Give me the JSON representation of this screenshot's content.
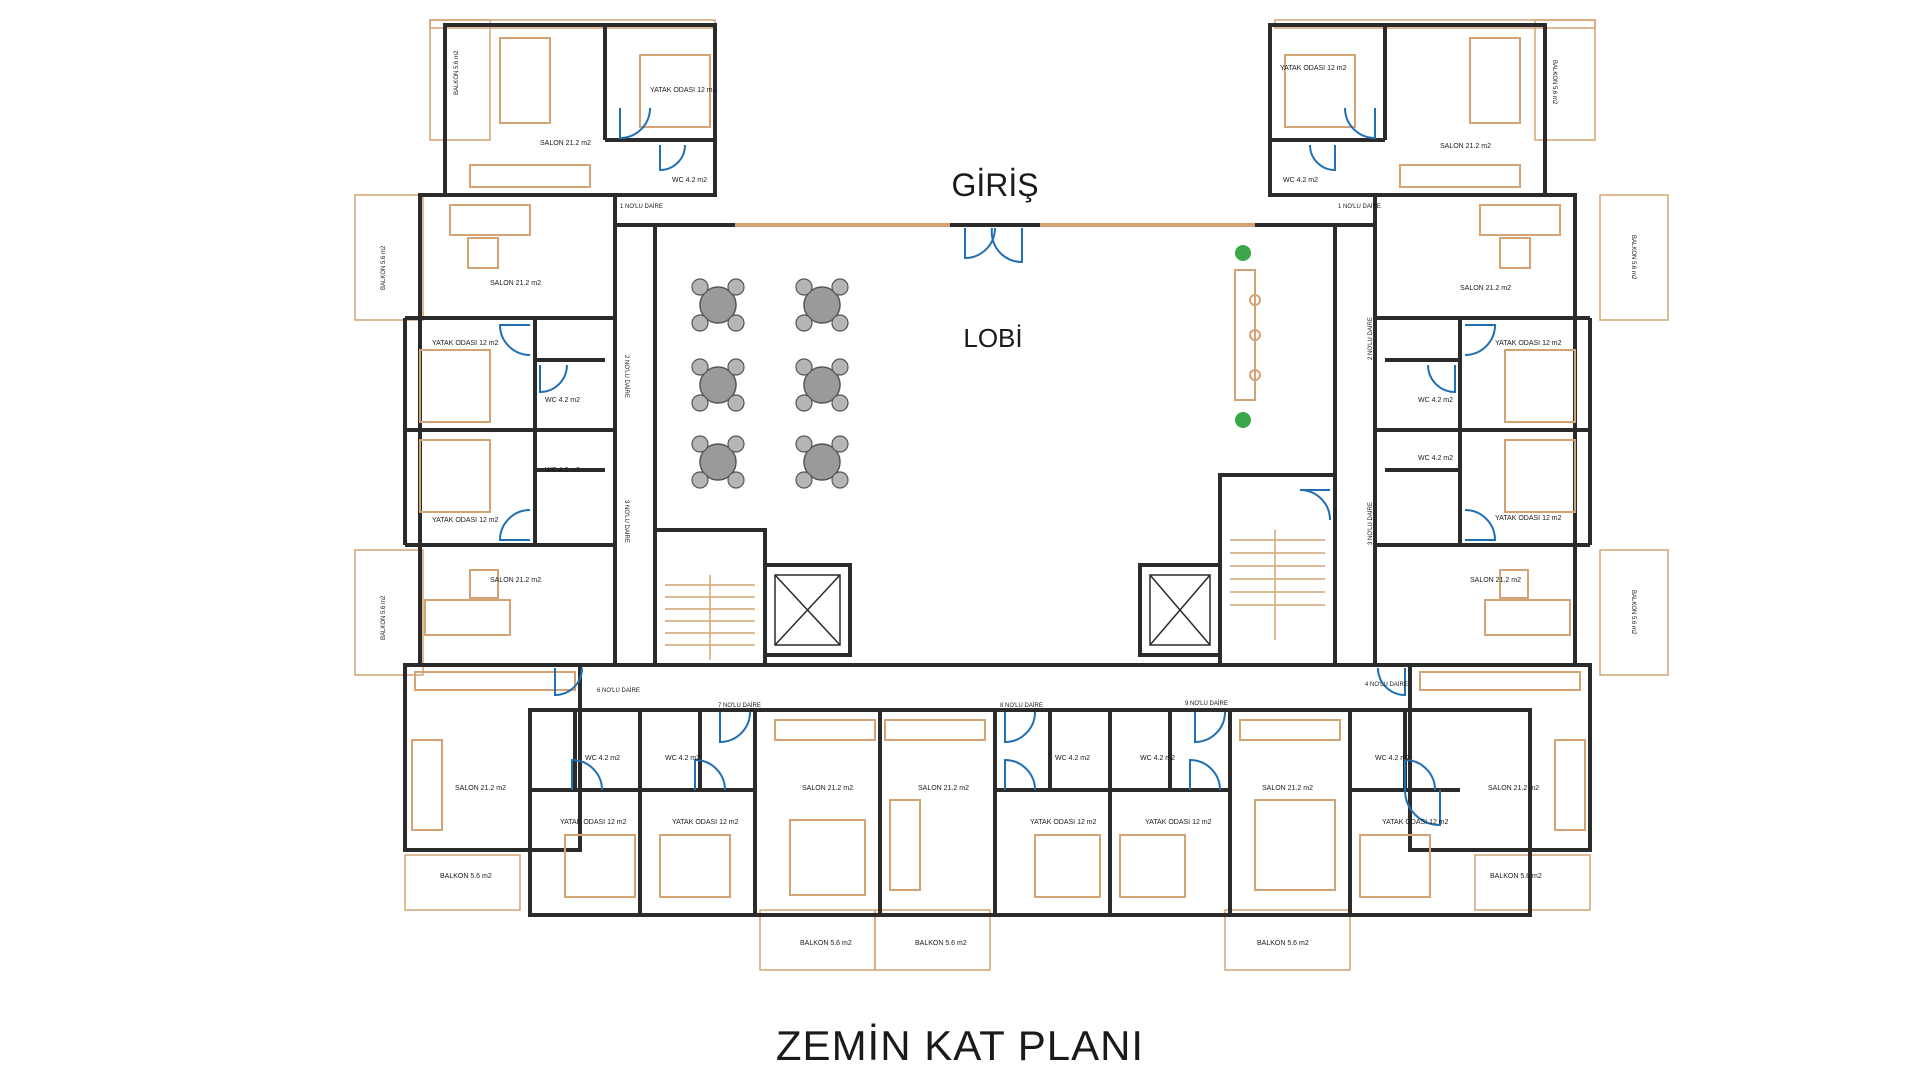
{
  "plan": {
    "title": "ZEMİN KAT PLANI",
    "entrance": "GİRİŞ",
    "lobby": "LOBİ"
  },
  "left_wing_labels": {
    "balkon_top": "BALKON 5.6 m2",
    "salon_top": "SALON 21.2 m2",
    "yatak_top": "YATAK ODASI 12 m2",
    "wc_top": "WC 4.2 m2",
    "daire_top": "1 NO'LU DAİRE",
    "balkon_a": "BALKON 5.6 m2",
    "salon_a": "SALON 21.2 m2",
    "yatak_a": "YATAK ODASI 12 m2",
    "wc_a": "WC 4.2 m2",
    "daire_a": "2 NO'LU DAİRE",
    "yatak_b": "YATAK ODASI 12 m2",
    "wc_b": "WC 4.2 m2",
    "daire_b": "3 NO'LU DAİRE",
    "balkon_c": "BALKON 5.6 m2",
    "salon_c": "SALON 21.2 m2"
  },
  "right_wing_labels": {
    "balkon_top": "BALKON 5.6 m2",
    "salon_top": "SALON 21.2 m2",
    "yatak_top": "YATAK ODASI 12 m2",
    "wc_top": "WC 4.2 m2",
    "daire_top": "1 NO'LU DAİRE",
    "balkon_a": "BALKON 5.6 m2",
    "salon_a": "SALON 21.2 m2",
    "yatak_a": "YATAK ODASI 12 m2",
    "wc_a": "WC 4.2 m2",
    "daire_a": "2 NO'LU DAİRE",
    "yatak_b": "YATAK ODASI 12 m2",
    "wc_b": "WC 4.2 m2",
    "daire_b": "3 NO'LU DAİRE",
    "balkon_c": "BALKON 5.6 m2",
    "salon_c": "SALON 21.2 m2"
  },
  "bottom_labels": {
    "daire_6": "6 NO'LU DAİRE",
    "daire_7": "7 NO'LU DAİRE",
    "daire_8": "8 NO'LU DAİRE",
    "daire_9": "9 NO'LU DAİRE",
    "daire_10": "4 NO'LU DAİRE",
    "salon_l": "SALON 21.2 m2",
    "balkon_l": "BALKON 5.6 m2",
    "wc_1": "WC 4.2 m2",
    "wc_2": "WC 4.2 m2",
    "wc_3": "WC 4.2 m2",
    "wc_4": "WC 4.2 m2",
    "wc_5": "WC 4.2 m2",
    "yatak_1": "YATAK ODASI 12 m2",
    "yatak_2": "YATAK ODASI 12 m2",
    "yatak_3": "YATAK ODASI 12 m2",
    "yatak_4": "YATAK ODASI 12 m2",
    "yatak_5": "YATAK ODASI 12 m2",
    "salon_1": "SALON 21.2 m2",
    "salon_2": "SALON 21.2 m2",
    "salon_3": "SALON 21.2 m2",
    "salon_r": "SALON 21.2 m2",
    "balkon_1": "BALKON 5.6 m2",
    "balkon_2": "BALKON 5.6 m2",
    "balkon_3": "BALKON 5.6 m2",
    "balkon_r": "BALKON 5.6 m2"
  },
  "colors": {
    "wall": "#2b2b2b",
    "furniture": "#d4a373",
    "door": "#1f6fb5",
    "plant": "#3aa84a",
    "text": "#1a1a1a"
  }
}
